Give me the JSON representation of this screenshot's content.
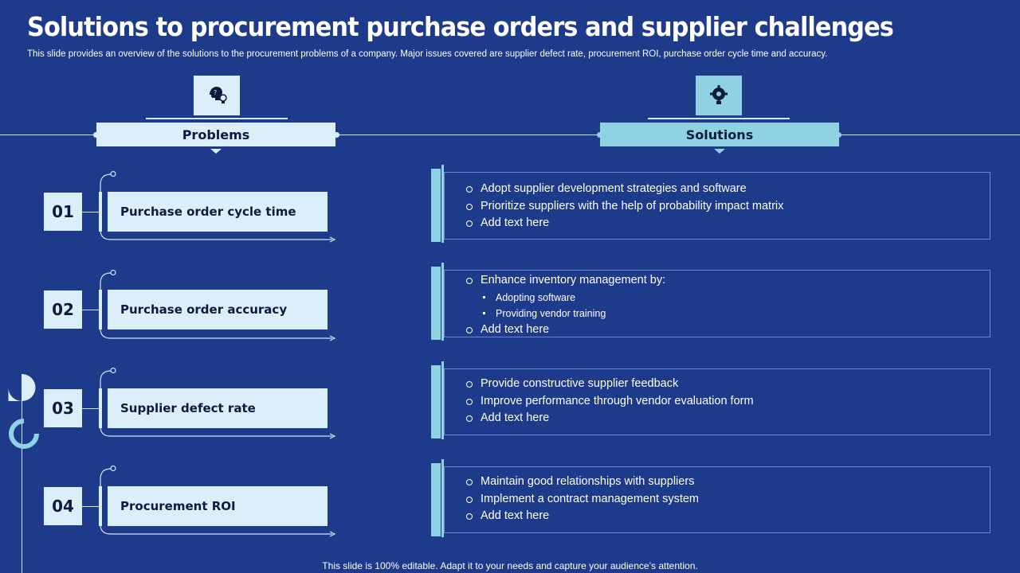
{
  "slide": {
    "title": "Solutions to procurement purchase orders and supplier challenges",
    "subtitle": "This slide provides an overview of the solutions to the procurement problems of a company. Major issues covered are supplier defect rate, procurement ROI, purchase order cycle time and accuracy.",
    "footer": "This slide is 100% editable. Adapt it to your needs and capture your audience’s attention."
  },
  "headers": {
    "problems": {
      "label": "Problems",
      "icon": "brain-bulb-icon"
    },
    "solutions": {
      "label": "Solutions",
      "icon": "gear-bulb-icon"
    }
  },
  "rows": [
    {
      "number": "01",
      "problem": "Purchase order cycle time",
      "solutions": [
        {
          "text": "Adopt supplier development strategies and software"
        },
        {
          "text": "Prioritize suppliers with the help of probability impact matrix"
        },
        {
          "text": "Add text here"
        }
      ]
    },
    {
      "number": "02",
      "problem": "Purchase order accuracy",
      "solutions": [
        {
          "text": "Enhance inventory management by:",
          "sub": [
            "Adopting software",
            "Providing vendor training"
          ]
        },
        {
          "text": "Add text here"
        }
      ]
    },
    {
      "number": "03",
      "problem": "Supplier defect rate",
      "solutions": [
        {
          "text": "Provide constructive supplier feedback"
        },
        {
          "text": "Improve performance through vendor evaluation form"
        },
        {
          "text": "Add text here"
        }
      ]
    },
    {
      "number": "04",
      "problem": "Procurement ROI",
      "solutions": [
        {
          "text": "Maintain good relationships with suppliers"
        },
        {
          "text": "Implement a contract management system"
        },
        {
          "text": "Add text here"
        }
      ]
    }
  ],
  "colors": {
    "background": "#1e3a8a",
    "light": "#dbeffa",
    "accent": "#8fd3e2",
    "dark_text": "#0b1b3d"
  }
}
